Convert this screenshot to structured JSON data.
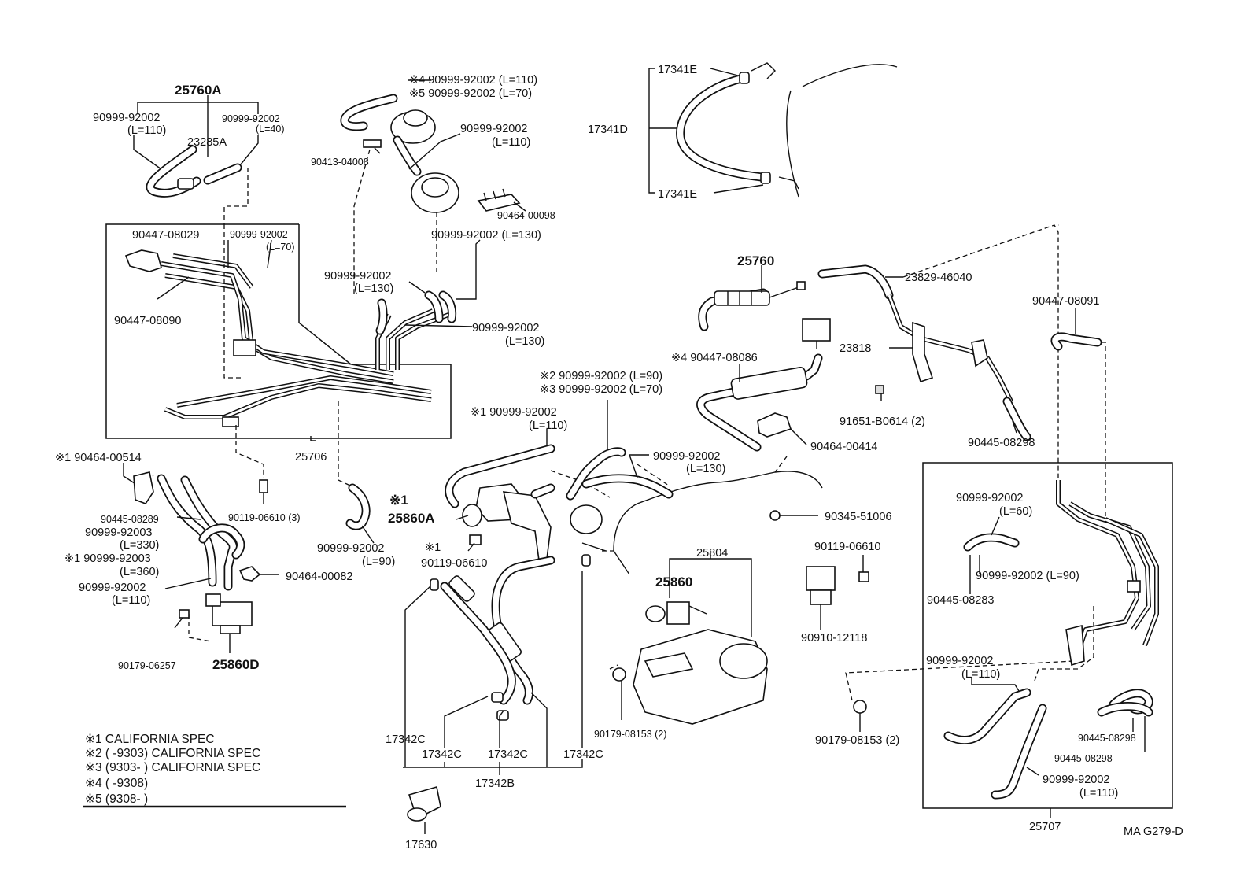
{
  "labels": {
    "l25760A": "25760A",
    "l90999_92002_L110_a": "90999-92002",
    "l_L110_a": "(L=110)",
    "l90999_92002_L40": "90999-92002",
    "l_L40": "(L=40)",
    "l23285A": "23285A",
    "l_s4_row": "※4  90999-92002 (L=110)",
    "l_s5_row": "※5  90999-92002 (L=70)",
    "l90999_92002_L110_b": "90999-92002",
    "l_L110_b": "(L=110)",
    "l90413_04008": "90413-04008",
    "l90464_00098": "90464-00098",
    "l90447_08029": "90447-08029",
    "l90999_92002_L70": "90999-92002",
    "l_L70": "(L=70)",
    "l90999_92002_L130_a": "90999-92002  (L=130)",
    "l90999_92002_L130_b": "90999-92002",
    "l_L130_b": "(L=130)",
    "l90447_08090": "90447-08090",
    "l90999_92002_L130_c": "90999-92002",
    "l_L130_c": "(L=130)",
    "l17341E_top": "17341E",
    "l17341D": "17341D",
    "l17341E_bot": "17341E",
    "l25760": "25760",
    "l23829_46040": "23829-46040",
    "l90447_08091": "90447-08091",
    "l23818": "23818",
    "l_s4_90447_08086": "※4 90447-08086",
    "l91651_B0614": "91651-B0614 (2)",
    "l90445_08298_a": "90445-08298",
    "l90464_00414": "90464-00414",
    "l_s2_row": "※2  90999-92002 (L=90)",
    "l_s3_row": "※3  90999-92002 (L=70)",
    "l_s1_row": "※1  90999-92002",
    "l_L110_c": "(L=110)",
    "l90999_92002_L130_d": "90999-92002",
    "l_L130_d": "(L=130)",
    "l25706": "25706",
    "l_s1_90464_00514": "※1  90464-00514",
    "l90445_08289": "90445-08289",
    "l90999_92003_L330": "90999-92003",
    "l_L330": "(L=330)",
    "l_s1_90999_92003": "※1 90999-92003",
    "l_L360": "(L=360)",
    "l90999_92002_L110_d": "90999-92002",
    "l_L110_d": "(L=110)",
    "l90464_00082": "90464-00082",
    "l90119_06610_3": "90119-06610 (3)",
    "l90999_92002_L90_a": "90999-92002",
    "l_L90_a": "(L=90)",
    "l_s1_a": "※1",
    "l25860A": "25860A",
    "l_s1_b": "※1",
    "l90119_06610_a": "90119-06610",
    "l90345_51006": "90345-51006",
    "l90119_06610_b": "90119-06610",
    "l25804": "25804",
    "l25860": "25860",
    "l90910_12118": "90910-12118",
    "l90999_92002_L60": "90999-92002",
    "l_L60": "(L=60)",
    "l90999_92002_L90_b": "90999-92002 (L=90)",
    "l90445_08283": "90445-08283",
    "l90179_06257": "90179-06257",
    "l25860D": "25860D",
    "l17342C_a": "17342C",
    "l17342C_b": "17342C",
    "l17342C_c": "17342C",
    "l17342C_d": "17342C",
    "l17342B": "17342B",
    "l17630": "17630",
    "l90179_08153_a": "90179-08153 (2)",
    "l90179_08153_b": "90179-08153 (2)",
    "l90999_92002_L110_e": "90999-92002",
    "l_L110_e": "(L=110)",
    "l90445_08298_b": "90445-08298",
    "l90445_08298_c": "90445-08298",
    "l90999_92002_L110_f": "90999-92002",
    "l_L110_f": "(L=110)",
    "l25707": "25707",
    "l_figure_code": "MA  G279-D"
  },
  "notes": [
    "※1 CALIFORNIA SPEC",
    "※2 (        -9303) CALIFORNIA SPEC",
    "※3 (9303-         ) CALIFORNIA SPEC",
    "※4 (        -9308)",
    "※5 (9308-         )"
  ]
}
